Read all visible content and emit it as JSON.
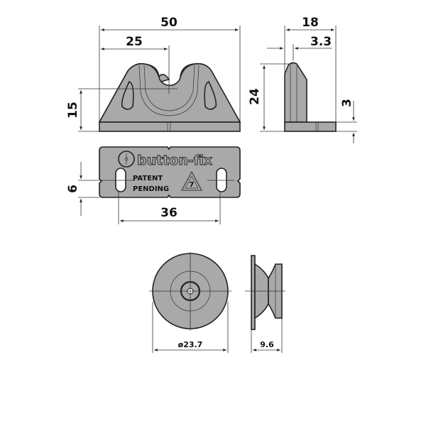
{
  "front_view": {
    "width_label": "50",
    "half_width_label": "25",
    "height_label": "15"
  },
  "side_view": {
    "depth_label": "18",
    "offset_label": "3.3",
    "height_label": "24",
    "base_label": "3"
  },
  "top_view": {
    "brand": "button-fix",
    "patent_line1": "PATENT",
    "patent_line2": "PENDING",
    "recycle_code": "7",
    "slot_width_label": "6",
    "slot_spacing_label": "36"
  },
  "button": {
    "diameter_label": "ø23.7",
    "thickness_label": "9.6"
  },
  "colors": {
    "part": "#a9a9a9",
    "outline": "#222222"
  }
}
